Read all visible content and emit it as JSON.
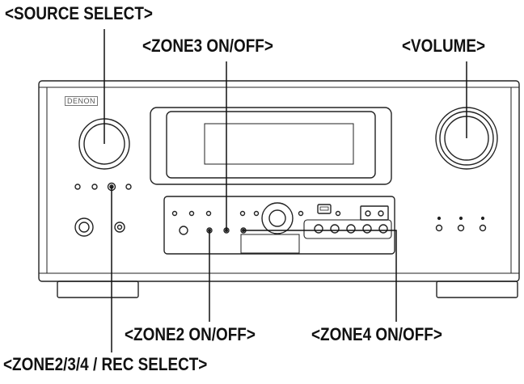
{
  "callouts": {
    "source_select": "<SOURCE SELECT>",
    "zone3_on_off": "<ZONE3 ON/OFF>",
    "volume": "<VOLUME>",
    "zone2_on_off": "<ZONE2 ON/OFF>",
    "zone4_on_off": "<ZONE4 ON/OFF>",
    "zone234_rec_select": "<ZONE2/3/4 / REC SELECT>"
  },
  "brand_logo": "DENON"
}
